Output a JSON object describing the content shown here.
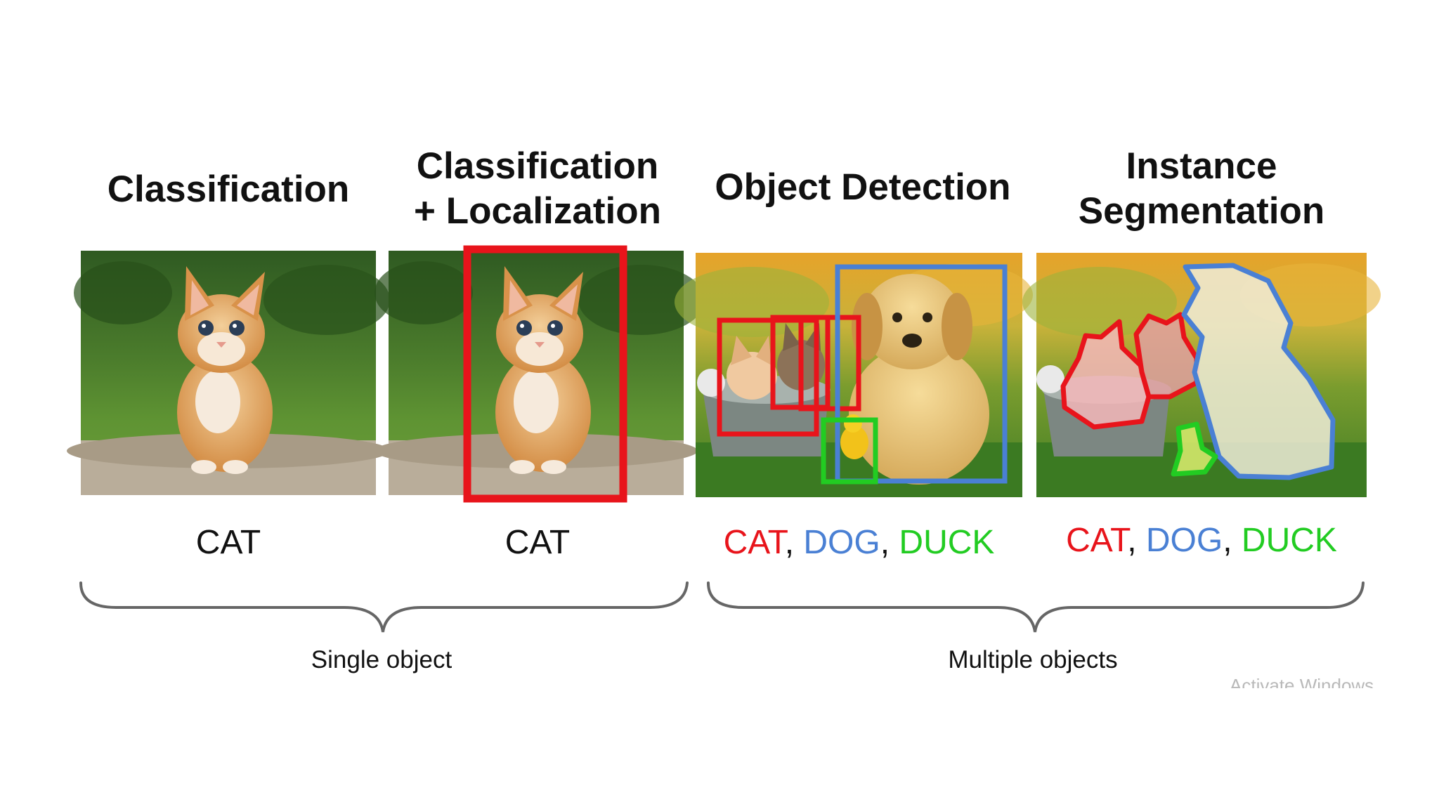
{
  "panels": [
    {
      "title_line1": "Classification",
      "title_line2": ""
    },
    {
      "title_line1": "Classification",
      "title_line2": "+ Localization"
    },
    {
      "title_line1": "Object Detection",
      "title_line2": ""
    },
    {
      "title_line1": "Instance",
      "title_line2": "Segmentation"
    }
  ],
  "captions": {
    "single_cat": "CAT",
    "loc_cat": "CAT",
    "multi": {
      "cat": "CAT",
      "dog": "DOG",
      "duck": "DUCK",
      "sep": ","
    }
  },
  "groups": {
    "single": "Single object",
    "multiple": "Multiple objects"
  },
  "watermark": "Activate Windows",
  "colors": {
    "cat": "#e8141b",
    "dog": "#4a80d4",
    "duck": "#22cc22",
    "text": "#111111",
    "brace": "#666666"
  }
}
